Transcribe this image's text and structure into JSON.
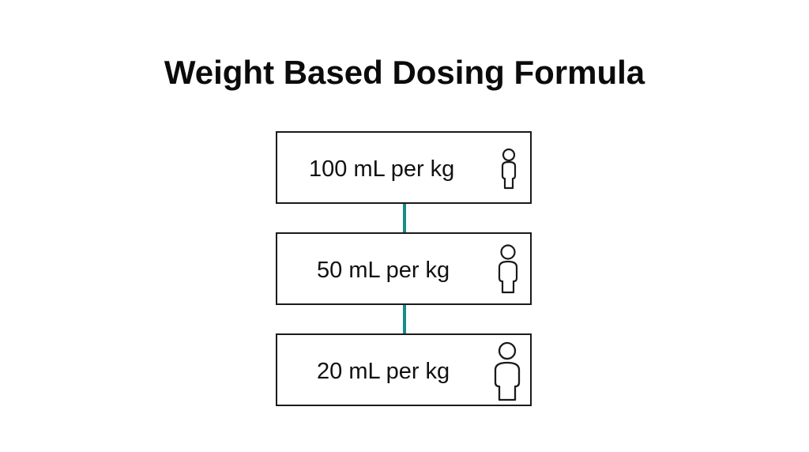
{
  "title": "Weight Based Dosing Formula",
  "steps": [
    {
      "label": "100 mL per kg",
      "icon": "person-small-icon"
    },
    {
      "label": "50 mL per kg",
      "icon": "person-medium-icon"
    },
    {
      "label": "20 mL per kg",
      "icon": "person-large-icon"
    }
  ],
  "colors": {
    "connector": "#1a8c86",
    "border": "#1a1a1a",
    "text": "#111111"
  }
}
